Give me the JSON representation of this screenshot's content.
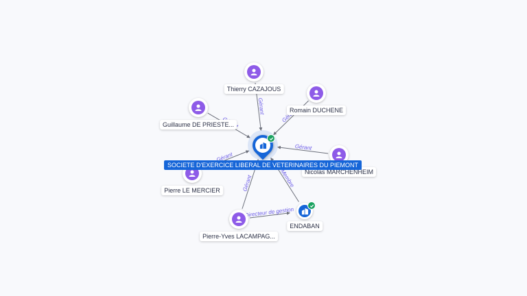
{
  "main_company": {
    "name": "SOCIETE D'EXERCICE LIBERAL DE VETERINAIRES DU PIEMONT",
    "icon": "building-icon",
    "verified": true
  },
  "people": [
    {
      "id": "thierry",
      "name": "Thierry CAZAJOUS",
      "icon": "person-icon"
    },
    {
      "id": "romain",
      "name": "Romain DUCHENE",
      "icon": "person-icon"
    },
    {
      "id": "guillaume",
      "name": "Guillaume DE PRIESTE...",
      "icon": "person-icon"
    },
    {
      "id": "nicolas",
      "name": "Nicolas MARCHENHEIM",
      "icon": "person-icon"
    },
    {
      "id": "pierre",
      "name": "Pierre LE MERCIER",
      "icon": "person-icon"
    },
    {
      "id": "pierreyves",
      "name": "Pierre-Yves LACAMPAG...",
      "icon": "person-icon"
    }
  ],
  "companies": [
    {
      "id": "endaban",
      "name": "ENDABAN",
      "icon": "building-icon",
      "verified": true
    }
  ],
  "relations": [
    {
      "from": "thierry",
      "label": "Gérant"
    },
    {
      "from": "romain",
      "label": "Gérant"
    },
    {
      "from": "guillaume",
      "label": "Gérant"
    },
    {
      "from": "nicolas",
      "label": "Gérant"
    },
    {
      "from": "pierre",
      "label": "Gérant"
    },
    {
      "from": "pierreyves",
      "label": "Gérant"
    },
    {
      "from": "endaban",
      "label": "Membre"
    },
    {
      "from": "pierreyves",
      "to": "endaban",
      "label": "Directeur de gestion"
    }
  ],
  "colors": {
    "person": "#8e5be8",
    "company": "#1565d8",
    "verified": "#1aa260",
    "edge_label": "#6c5ce7"
  }
}
